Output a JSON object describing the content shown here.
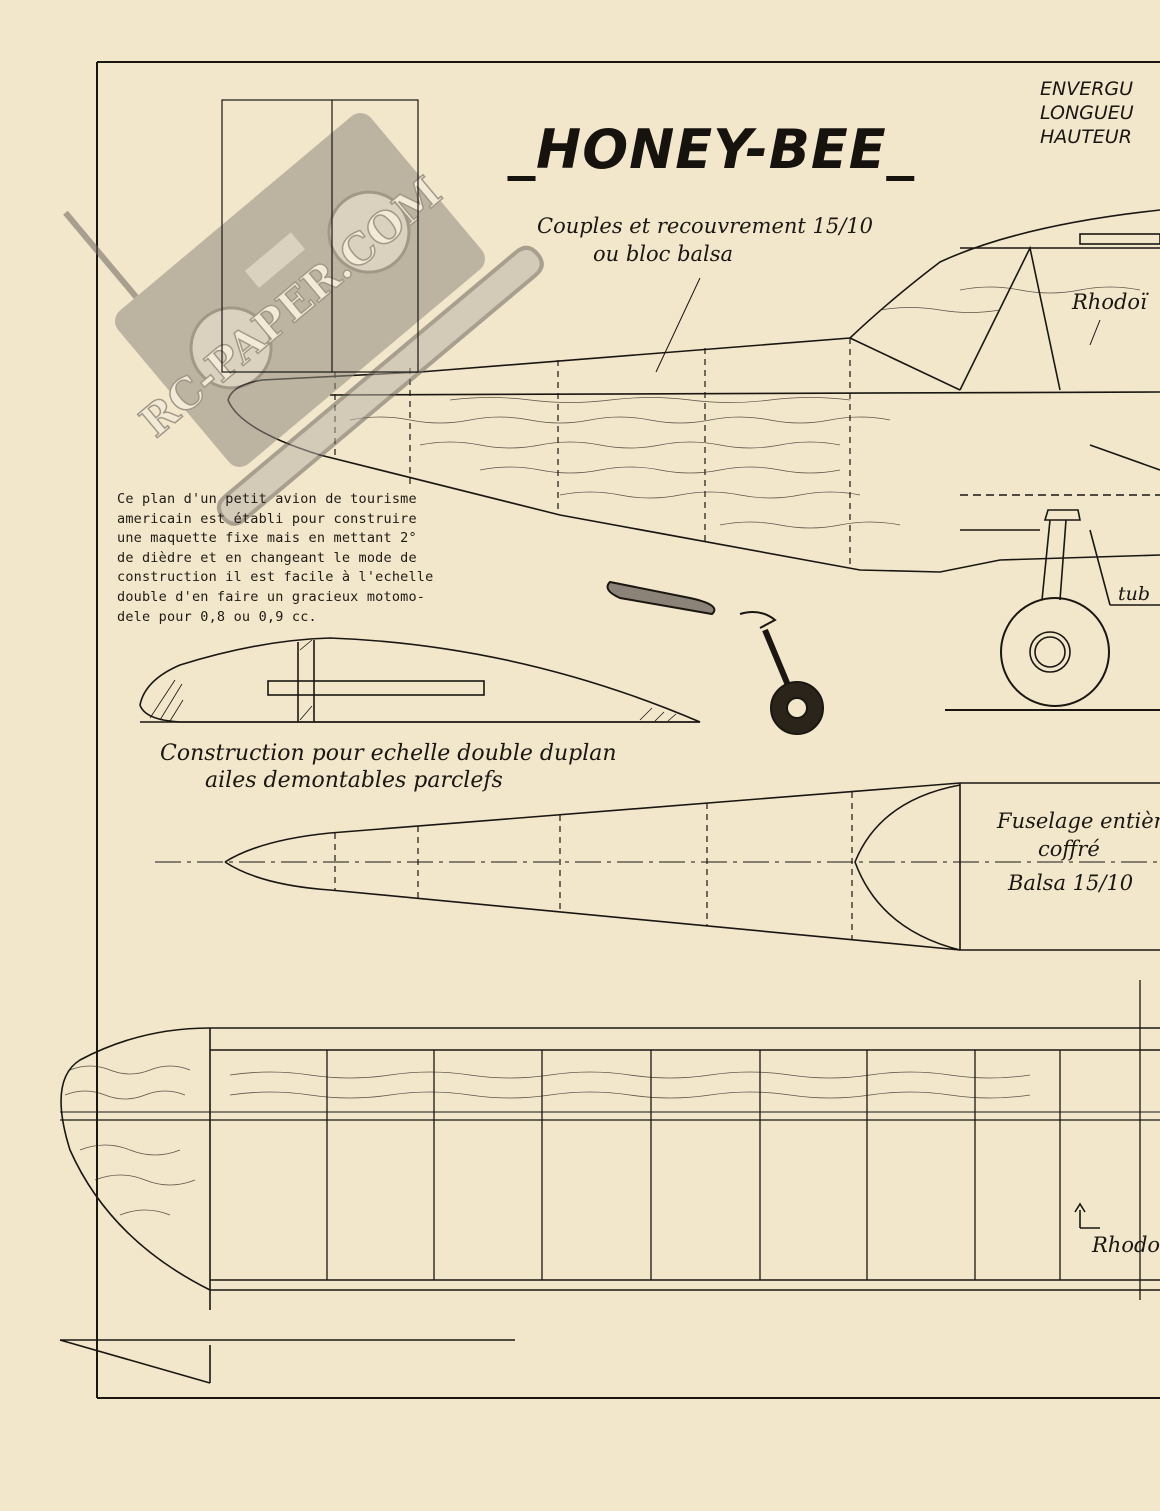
{
  "title": "_HONEY-BEE_",
  "specs": [
    "ENVERGU",
    "LONGUEU",
    "HAUTEUR"
  ],
  "watermark": "RC-PAPER.COM",
  "labels": {
    "couples_1": "Couples et recouvrement 15/10",
    "couples_2": "ou bloc balsa",
    "rhodoid_top": "Rhodoï",
    "tube": "tub",
    "construction_1": "Construction pour echelle double duplan",
    "construction_2": "ailes demontables parclefs",
    "fuselage_1": "Fuselage entièr",
    "fuselage_2": "coffré",
    "fuselage_3": "Balsa 15/10",
    "rhodoid_bottom": "Rhodo"
  },
  "description": "Ce plan d'un petit avion de tourisme\namericain est établi pour construire\nune maquette fixe mais en mettant 2°\nde dièdre et en changeant le mode de\nconstruction il est facile à l'echelle\ndouble d'en faire un gracieux motomo-\ndele pour 0,8 ou 0,9 cc.",
  "colors": {
    "paper": "#f2e6cb",
    "ink": "#1a1712",
    "watermark": "#8f8a80"
  }
}
